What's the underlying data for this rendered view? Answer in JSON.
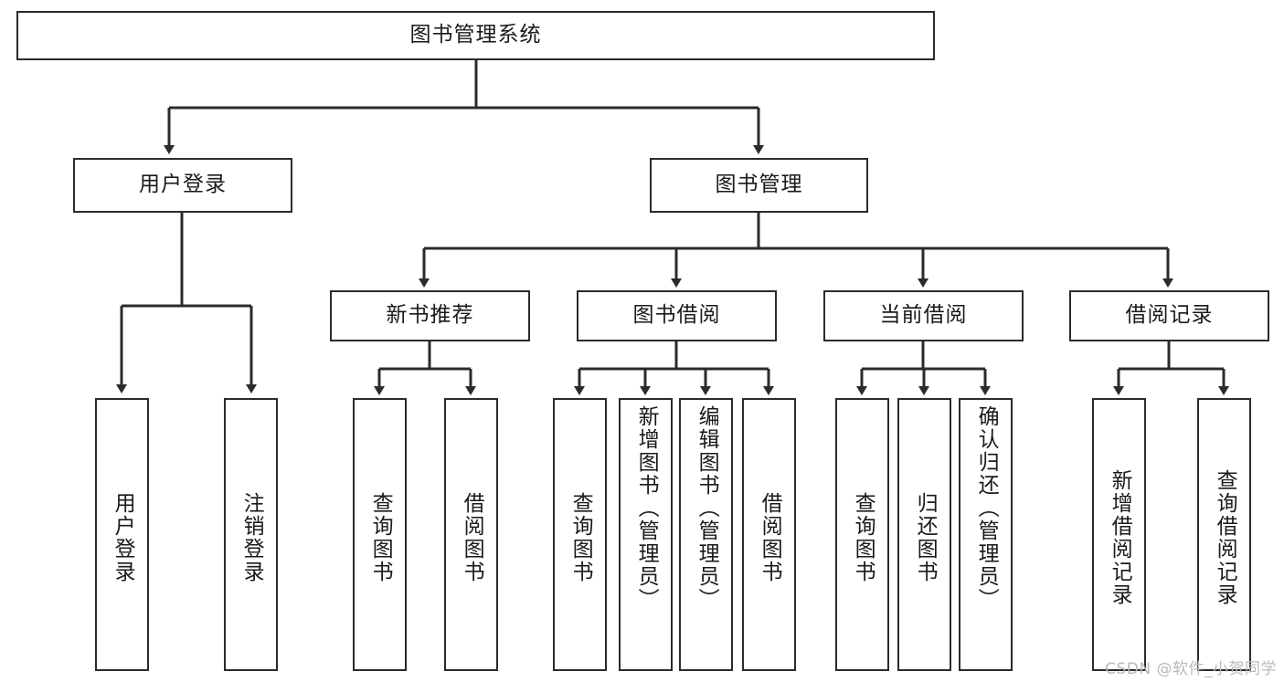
{
  "diagram": {
    "type": "tree",
    "title": "图书管理系统",
    "watermark": "CSDN @软件_小贺同学",
    "colors": {
      "stroke": "#2b2b2b",
      "fill": "#ffffff",
      "text": "#1a1a1a",
      "watermark": "#b9b9b9"
    },
    "levels": {
      "root": {
        "label": "图书管理系统"
      },
      "level1": [
        {
          "label": "用户登录"
        },
        {
          "label": "图书管理"
        }
      ],
      "level2": [
        {
          "label": "新书推荐"
        },
        {
          "label": "图书借阅"
        },
        {
          "label": "当前借阅"
        },
        {
          "label": "借阅记录"
        }
      ],
      "leaves": {
        "user_login": [
          {
            "label": "用户登录"
          },
          {
            "label": "注销登录"
          }
        ],
        "new_book_recommend": [
          {
            "label": "查询图书"
          },
          {
            "label": "借阅图书"
          }
        ],
        "book_borrow": [
          {
            "label": "查询图书"
          },
          {
            "label": "新增图书（管理员）"
          },
          {
            "label": "编辑图书（管理员）"
          },
          {
            "label": "借阅图书"
          }
        ],
        "current_borrow": [
          {
            "label": "查询图书"
          },
          {
            "label": "归还图书"
          },
          {
            "label": "确认归还（管理员）"
          }
        ],
        "borrow_record": [
          {
            "label": "新增借阅记录"
          },
          {
            "label": "查询借阅记录"
          }
        ]
      }
    }
  }
}
